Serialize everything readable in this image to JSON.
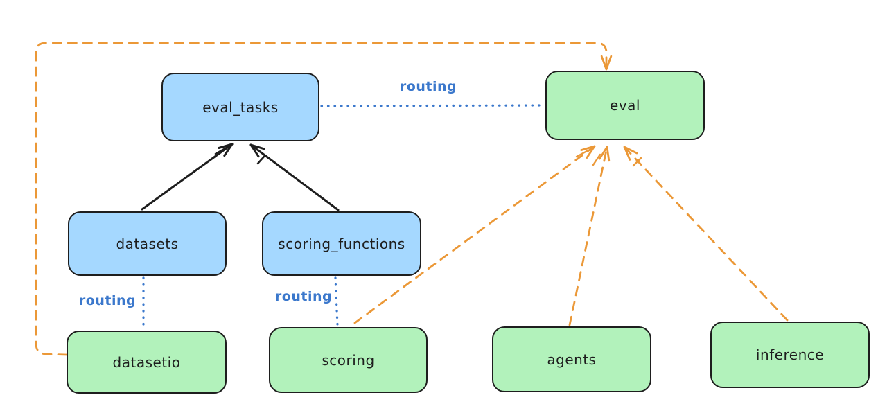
{
  "diagram": {
    "title": "llama-stack eval routing dependency diagram",
    "nodes": {
      "eval_tasks": {
        "label": "eval_tasks",
        "kind": "api",
        "fill": "blue"
      },
      "eval": {
        "label": "eval",
        "kind": "provider",
        "fill": "green"
      },
      "datasets": {
        "label": "datasets",
        "kind": "api",
        "fill": "blue"
      },
      "scoring_functions": {
        "label": "scoring_functions",
        "kind": "api",
        "fill": "blue"
      },
      "datasetio": {
        "label": "datasetio",
        "kind": "provider",
        "fill": "green"
      },
      "scoring": {
        "label": "scoring",
        "kind": "provider",
        "fill": "green"
      },
      "agents": {
        "label": "agents",
        "kind": "provider",
        "fill": "green"
      },
      "inference": {
        "label": "inference",
        "kind": "provider",
        "fill": "green"
      }
    },
    "edge_labels": {
      "routing_eval_tasks_eval": "routing",
      "routing_datasets_datasetio": "routing",
      "routing_scoring_functions_scoring": "routing"
    },
    "edges": [
      {
        "from": "datasets",
        "to": "eval_tasks",
        "style": "solid",
        "color": "black"
      },
      {
        "from": "scoring_functions",
        "to": "eval_tasks",
        "style": "solid",
        "color": "black"
      },
      {
        "from": "eval_tasks",
        "to": "eval",
        "style": "dotted",
        "color": "blue",
        "label": "routing"
      },
      {
        "from": "datasets",
        "to": "datasetio",
        "style": "dotted",
        "color": "blue",
        "label": "routing"
      },
      {
        "from": "scoring_functions",
        "to": "scoring",
        "style": "dotted",
        "color": "blue",
        "label": "routing"
      },
      {
        "from": "datasetio",
        "to": "eval",
        "style": "dashed",
        "color": "orange"
      },
      {
        "from": "scoring",
        "to": "eval",
        "style": "dashed",
        "color": "orange"
      },
      {
        "from": "agents",
        "to": "eval",
        "style": "dashed",
        "color": "orange"
      },
      {
        "from": "inference",
        "to": "eval",
        "style": "dashed",
        "color": "orange"
      }
    ],
    "colors": {
      "node_blue_fill": "#a5d8ff",
      "node_green_fill": "#b2f2bb",
      "node_stroke": "#1e1e1e",
      "routing_label_blue": "#3b78cc",
      "routing_line_blue": "#3b78cc",
      "dependency_orange": "#eb9837",
      "arrow_black": "#1e1e1e",
      "background": "#ffffff"
    }
  }
}
